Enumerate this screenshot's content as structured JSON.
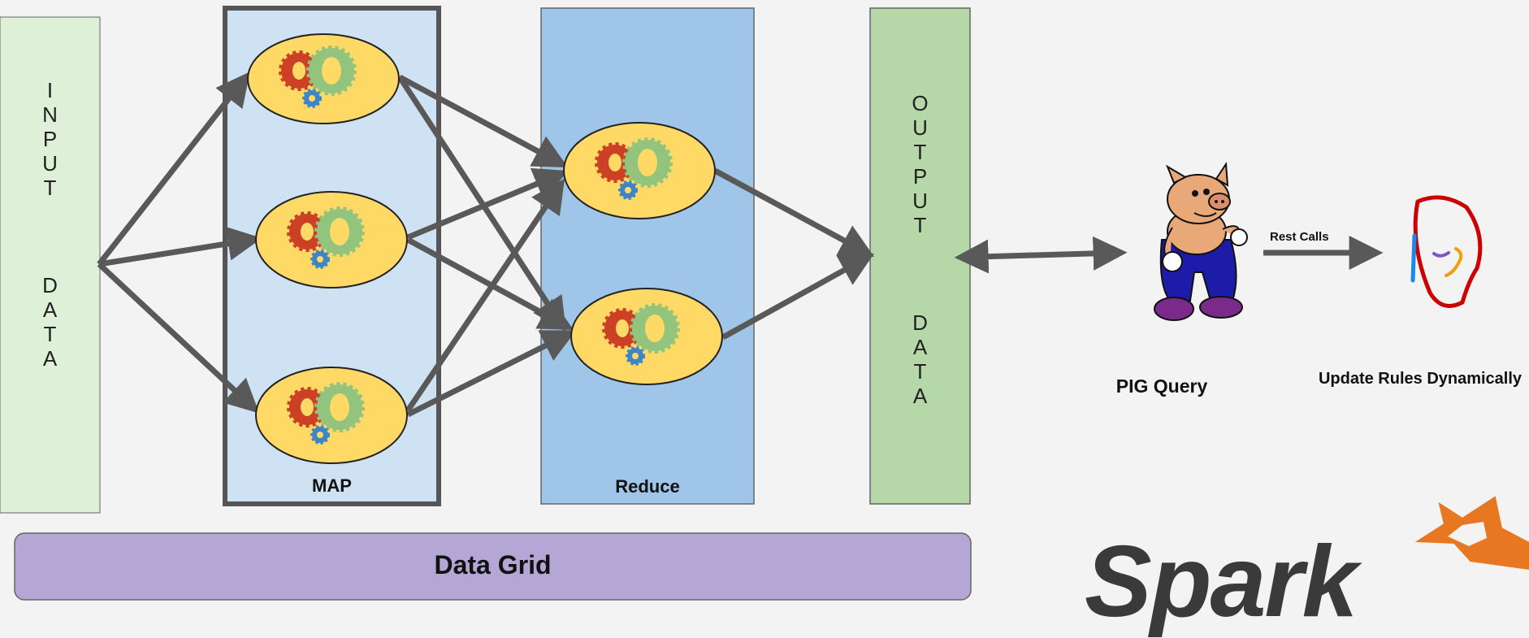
{
  "input_box": {
    "label": "INPUT\n\nDATA",
    "color": "#dff0d8"
  },
  "map_box": {
    "label": "MAP",
    "color": "#cfe2f3",
    "border": "#555555"
  },
  "reduce_box": {
    "label": "Reduce",
    "color": "#9fc5e8"
  },
  "output_box": {
    "label": "OUTPUT\n\nDATA",
    "color": "#b6d7a8"
  },
  "data_grid": {
    "label": "Data Grid",
    "color": "#b4a7d6"
  },
  "pig": {
    "label": "PIG Query"
  },
  "rest_calls": {
    "label": "Rest Calls"
  },
  "update_rules": {
    "label": "Update Rules Dynamically"
  },
  "spark_logo": {
    "text": "Spark",
    "star_color": "#e87722",
    "text_color": "#3a3a3a"
  },
  "node_colors": {
    "ellipse": "#ffd966",
    "gear_red": "#cc4125",
    "gear_green": "#93c47d",
    "gear_blue": "#3d85c6"
  },
  "arrow_color": "#595959"
}
